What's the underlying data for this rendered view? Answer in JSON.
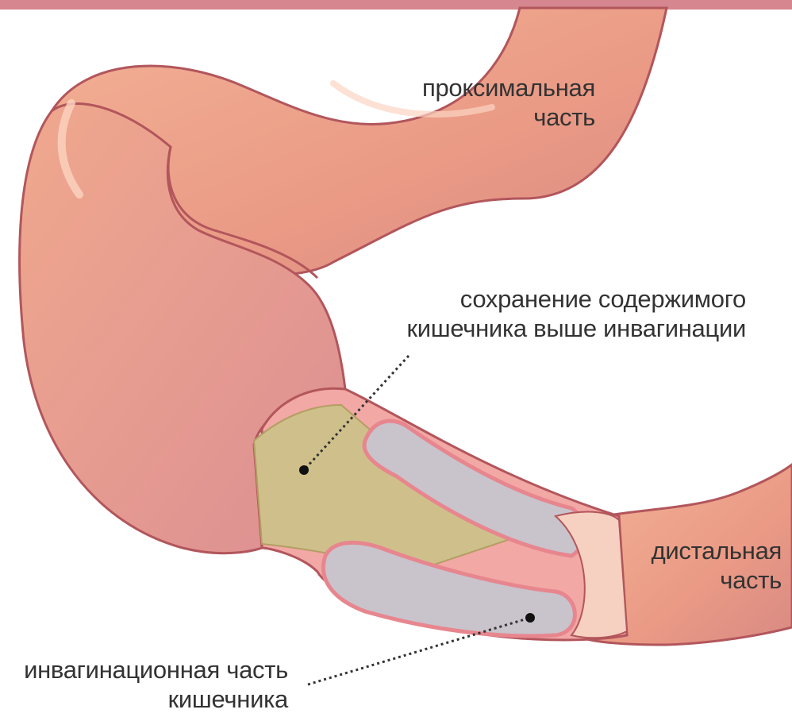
{
  "labels": {
    "proximal_line1": "проксимальная",
    "proximal_line2": "часть",
    "contents_line1": "сохранение содержимого",
    "contents_line2": "кишечника выше инвагинации",
    "distal_line1": "дистальная",
    "distal_line2": "часть",
    "invag_line1": "инвагинационная часть",
    "invag_line2": "кишечника"
  },
  "colors": {
    "accent_bar": "#d5868f",
    "intestine_fill": "#f0a689",
    "intestine_outline": "#b2565c",
    "intestine_highlight": "#f9c9b3",
    "contents_fill": "#cfc08b",
    "lumen_fill": "#c9c3cc",
    "wall_pink": "#f2a8a4",
    "text": "#333333"
  },
  "icons": [
    "pointer-dot-icon",
    "pointer-dot-icon"
  ]
}
